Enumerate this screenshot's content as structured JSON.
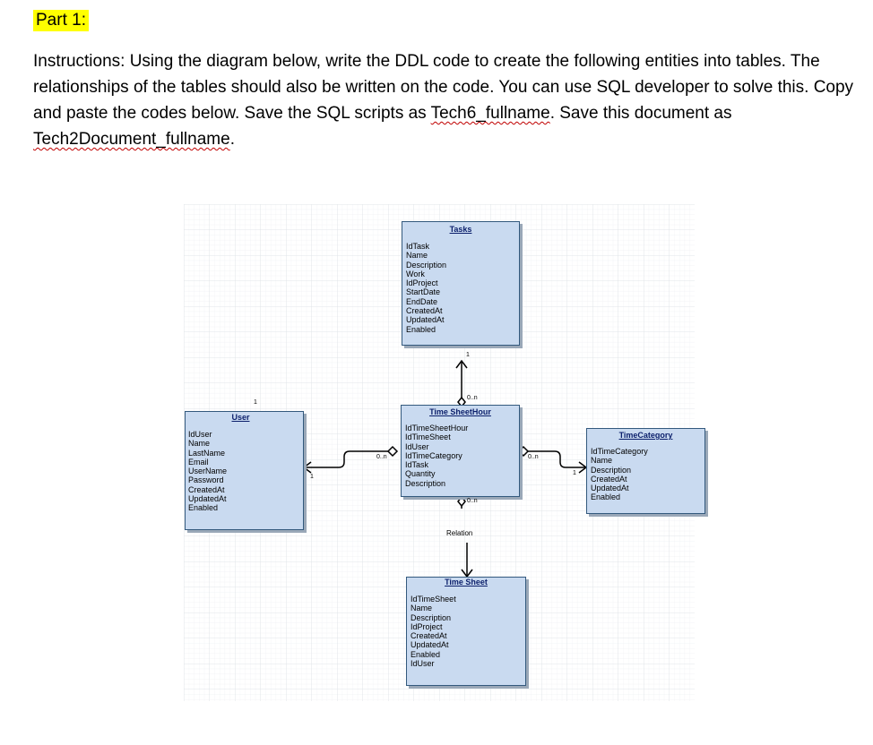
{
  "part_title": "Part 1:",
  "instructions": {
    "intro": "Instructions: Using the diagram below, write the DDL code to create the following entities into tables. The relationships of the tables should also be written on the code.  You can use SQL developer to solve this.  Copy and paste the codes below.  Save the SQL scripts as ",
    "script_name": "Tech6_fullname",
    "middle": ".  Save this document as ",
    "doc_name": "Tech2Document_fullname",
    "end": "."
  },
  "diagram": {
    "tasks": {
      "title": "Tasks",
      "fields": [
        "IdTask",
        "Name",
        "Description",
        "Work",
        "IdProject",
        "StartDate",
        "EndDate",
        "CreatedAt",
        "UpdatedAt",
        "Enabled"
      ]
    },
    "user": {
      "title": "User",
      "fields": [
        "IdUser",
        "Name",
        "LastName",
        "Email",
        "UserName",
        "Password",
        "CreatedAt",
        "UpdatedAt",
        "Enabled"
      ]
    },
    "timesheethour": {
      "title": "Time SheetHour",
      "fields": [
        "IdTimeSheetHour",
        "IdTimeSheet",
        "IdUser",
        "IdTimeCategory",
        "IdTask",
        "Quantity",
        "Description"
      ]
    },
    "timecategory": {
      "title": "TimeCategory",
      "fields": [
        "IdTimeCategory",
        "Name",
        "Description",
        "CreatedAt",
        "UpdatedAt",
        "Enabled"
      ]
    },
    "timesheet": {
      "title": "Time Sheet",
      "fields": [
        "IdTimeSheet",
        "Name",
        "Description",
        "IdProject",
        "CreatedAt",
        "UpdatedAt",
        "Enabled",
        "IdUser"
      ]
    },
    "labels": {
      "tasks_one": "1",
      "tasks_many": "0..n",
      "user_one_top": "1",
      "user_one": "1",
      "user_many": "0..n",
      "cat_many": "0..n",
      "cat_one": "1",
      "sheet_many": "0..n",
      "relation": "Relation"
    }
  }
}
